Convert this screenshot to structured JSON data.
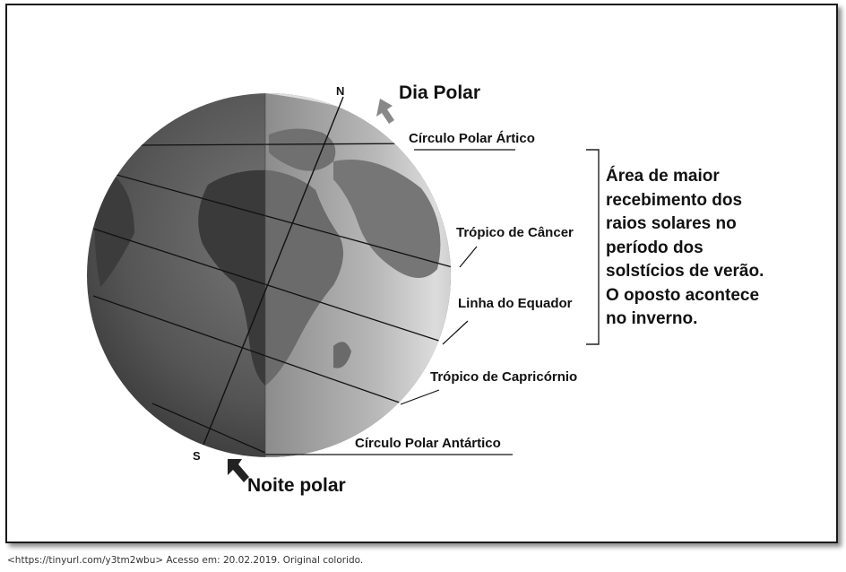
{
  "labels": {
    "north": "N",
    "south": "S",
    "polar_day": "Dia Polar",
    "polar_night": "Noite polar",
    "arctic_circle": "Círculo Polar Ártico",
    "tropic_cancer": "Trópico de Câncer",
    "equator": "Linha do Equador",
    "tropic_capricorn": "Trópico de Capricórnio",
    "antarctic_circle": "Círculo Polar Antártico"
  },
  "note_lines": [
    "Área de maior",
    "recebimento dos",
    "raios solares no",
    "período dos",
    "solstícios de verão.",
    "O oposto acontece",
    "no inverno."
  ],
  "caption": "<https://tinyurl.com/y3tm2wbu> Acesso em: 20.02.2019. Original colorido."
}
